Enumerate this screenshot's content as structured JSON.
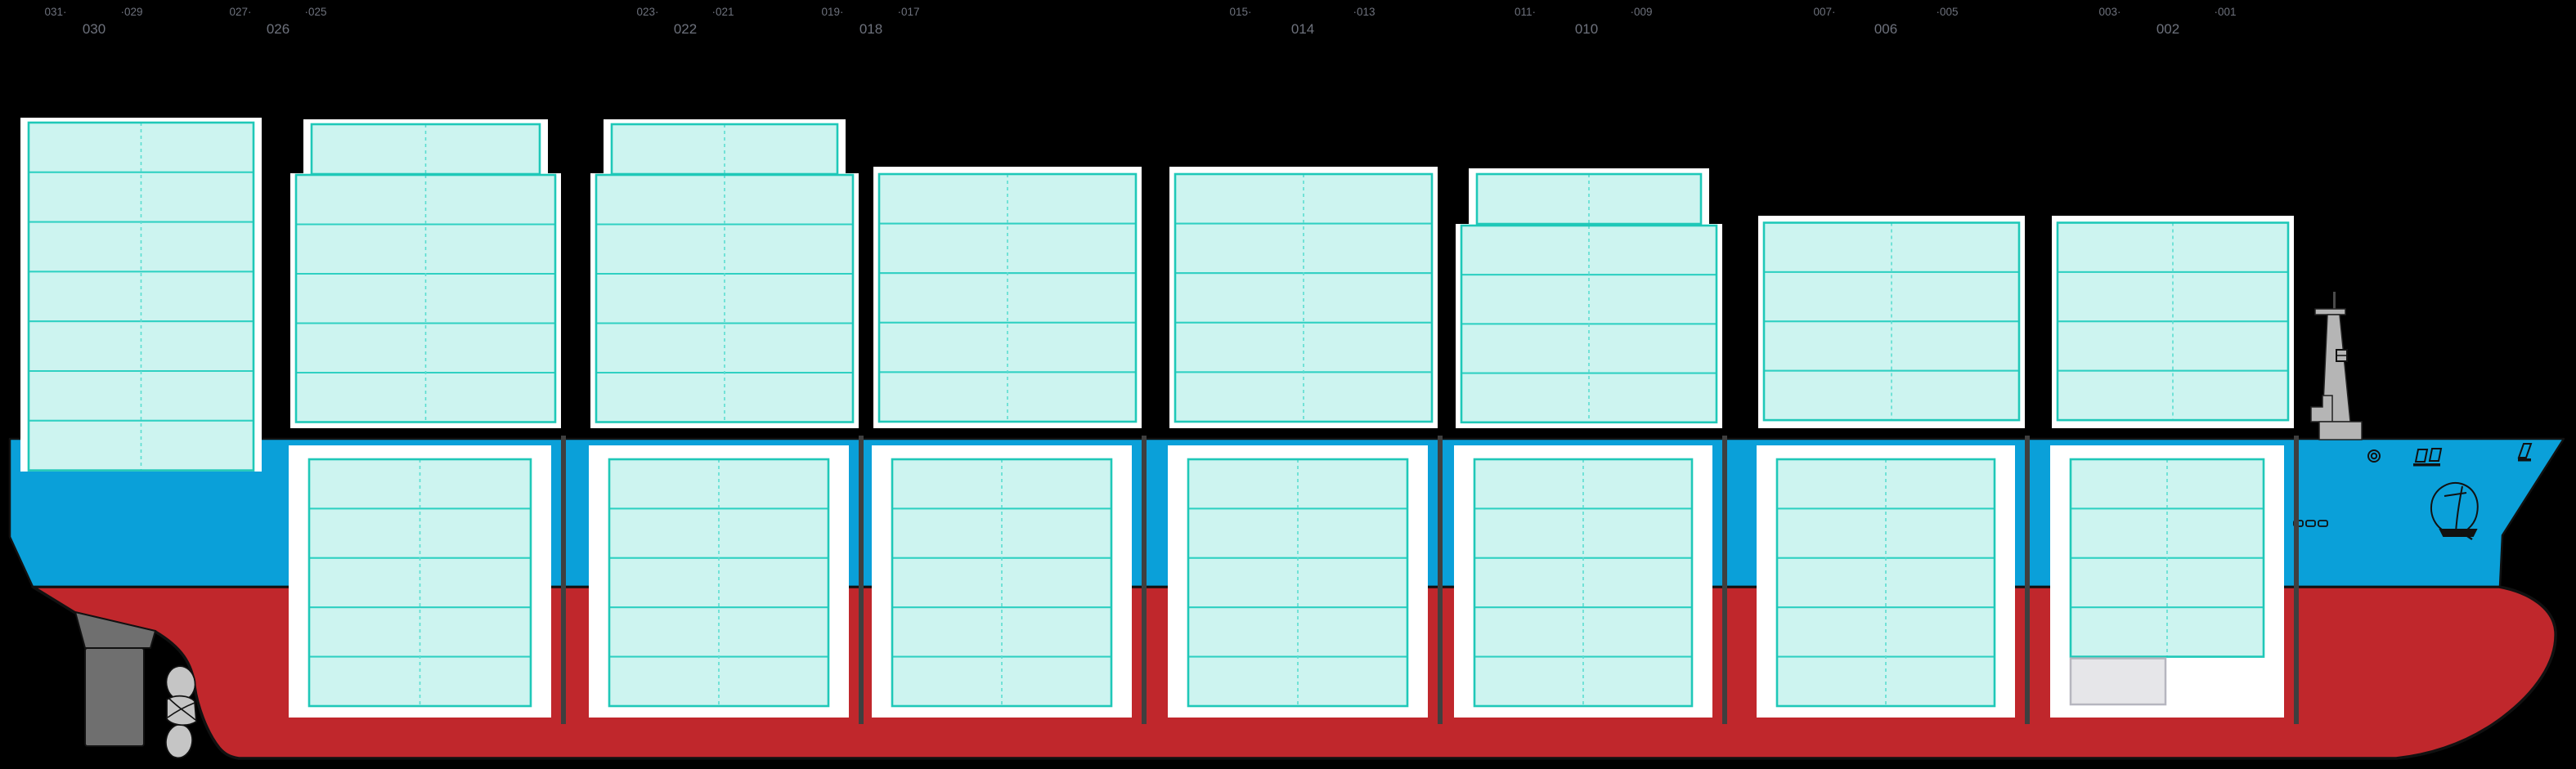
{
  "view": {
    "name": "vessel-profile-bay-plan"
  },
  "colors": {
    "background": "#000000",
    "hull_topside_blue": "#0AA0D9",
    "hull_bottom_red": "#C0272C",
    "outline": "#111111",
    "frame_white": "#FFFFFF",
    "cell_fill": "#CDF4F0",
    "cell_border": "#2FD0C2",
    "cell_border_strong": "#1FC8B8",
    "cell_dash": "#5BDDD1",
    "hold_divider": "#3F3F3F",
    "label_text": "#6D717C",
    "gray_cell_fill": "#E6E6E9",
    "gray_cell_border": "#B6B6BF",
    "mast_steel": "#B5B5B5",
    "rudder_gray": "#6F6F6F",
    "propeller_gray": "#C5C5C5"
  },
  "ship_parts": [
    "rudder",
    "propeller",
    "foremast",
    "anchor-drawing",
    "porthole",
    "bridge-window-marks",
    "bow-mark",
    "hull-dash-marks"
  ],
  "bay_labels": {
    "items": [
      {
        "bay": "030",
        "left_tick": "031·",
        "right_tick": "·029"
      },
      {
        "bay": "026",
        "left_tick": "027·",
        "right_tick": "·025"
      },
      {
        "bay": "022",
        "left_tick": "023·",
        "right_tick": "·021"
      },
      {
        "bay": "018",
        "left_tick": "019·",
        "right_tick": "·017"
      },
      {
        "bay": "014",
        "left_tick": "015·",
        "right_tick": "·013"
      },
      {
        "bay": "010",
        "left_tick": "011·",
        "right_tick": "·009"
      },
      {
        "bay": "006",
        "left_tick": "007·",
        "right_tick": "·005"
      },
      {
        "bay": "002",
        "left_tick": "003·",
        "right_tick": "·001"
      }
    ]
  },
  "bays": [
    {
      "number": "030",
      "deck": {
        "tiers": 7,
        "columns": 2,
        "shape": "tall"
      },
      "hold": null
    },
    {
      "number": "026",
      "deck": {
        "tiers": 6,
        "columns": 2,
        "shape": "stepped"
      },
      "hold": {
        "tiers": 5,
        "columns": 2
      }
    },
    {
      "number": "022",
      "deck": {
        "tiers": 6,
        "columns": 2,
        "shape": "stepped"
      },
      "hold": {
        "tiers": 5,
        "columns": 2
      }
    },
    {
      "number": "018",
      "deck": {
        "tiers": 5,
        "columns": 2,
        "shape": "flat"
      },
      "hold": {
        "tiers": 5,
        "columns": 2
      }
    },
    {
      "number": "014",
      "deck": {
        "tiers": 5,
        "columns": 2,
        "shape": "flat"
      },
      "hold": {
        "tiers": 5,
        "columns": 2
      }
    },
    {
      "number": "010",
      "deck": {
        "tiers": 5,
        "columns": 2,
        "shape": "stepped-low"
      },
      "hold": {
        "tiers": 5,
        "columns": 2
      }
    },
    {
      "number": "006",
      "deck": {
        "tiers": 4,
        "columns": 2,
        "shape": "flat-low"
      },
      "hold": {
        "tiers": 5,
        "columns": 2
      }
    },
    {
      "number": "002",
      "deck": {
        "tiers": 4,
        "columns": 2,
        "shape": "flat-low"
      },
      "hold": {
        "tiers": 5,
        "columns": 2,
        "bottom_row": {
          "left_cell": "gray-filled",
          "right_cell": "empty"
        }
      }
    }
  ]
}
